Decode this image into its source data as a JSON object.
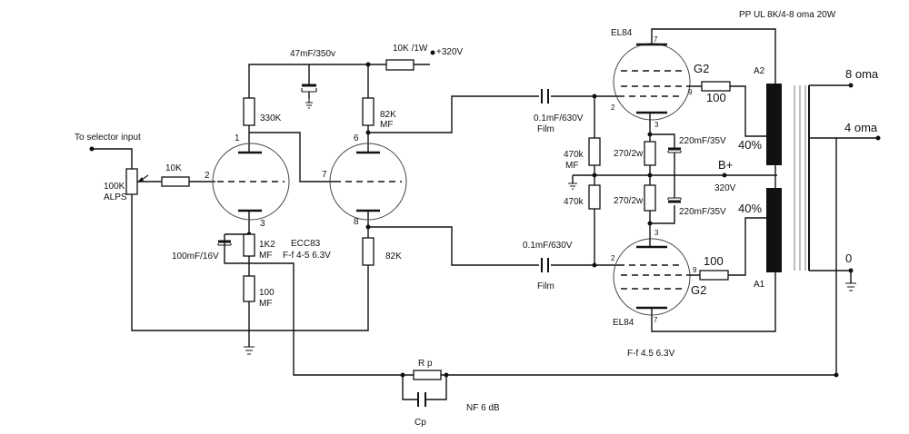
{
  "title": "PP UL  8K/4-8 oma 20W",
  "input_label": "To selector input",
  "pot": {
    "value": "100K",
    "type": "ALPS"
  },
  "r_input": "10K",
  "pin_labels": {
    "p1": "1",
    "p2": "2",
    "p3": "3",
    "p6": "6",
    "p7": "7",
    "p8": "8",
    "p9": "9",
    "p7b": "7"
  },
  "r_330k": "330K",
  "cap_supply": "47mF/350v",
  "r_supply": "10K /1W",
  "supply_voltage": "+320V",
  "r_82k_top": {
    "value": "82K",
    "type": "MF"
  },
  "r_82k_bottom": "82K",
  "r_cathode": {
    "value": "1K2",
    "type": "MF"
  },
  "r_100_nf": {
    "value": "100",
    "type": "MF"
  },
  "cap_cathode": "100mF/16V",
  "ecc83": {
    "name": "ECC83",
    "heater": "F-f 4-5 6.3V"
  },
  "coupling_top": {
    "value": "0.1mF/630V",
    "type": "Film"
  },
  "coupling_bottom": {
    "value": "0.1mF/630V",
    "type": "Film"
  },
  "grid_r_top": {
    "value": "470k",
    "type": "MF"
  },
  "grid_r_bottom": "470k",
  "cathode_r_top": "270/2w",
  "cathode_r_bottom": "270/2w",
  "cathode_cap_top": "220mF/35V",
  "cathode_cap_bottom": "220mF/35V",
  "el84_top": {
    "name": "EL84",
    "g2": "G2",
    "g2_resistor": "100"
  },
  "el84_bottom": {
    "name": "EL84",
    "g2": "G2",
    "g2_resistor": "100"
  },
  "el84_heater": "F-f 4.5  6.3V",
  "transformer": {
    "a2": "A2",
    "a1": "A1",
    "tap_top": "40%",
    "tap_bottom": "40%",
    "b_plus": "B+",
    "b_plus_voltage": "320V",
    "out_8": "8 oma",
    "out_4": "4 oma",
    "out_0": "0"
  },
  "feedback": {
    "rp": "R p",
    "cp": "Cp",
    "nf": "NF 6 dB"
  },
  "colors": {
    "ink": "#111111",
    "tube_outline": "#444444",
    "background": "#ffffff"
  }
}
